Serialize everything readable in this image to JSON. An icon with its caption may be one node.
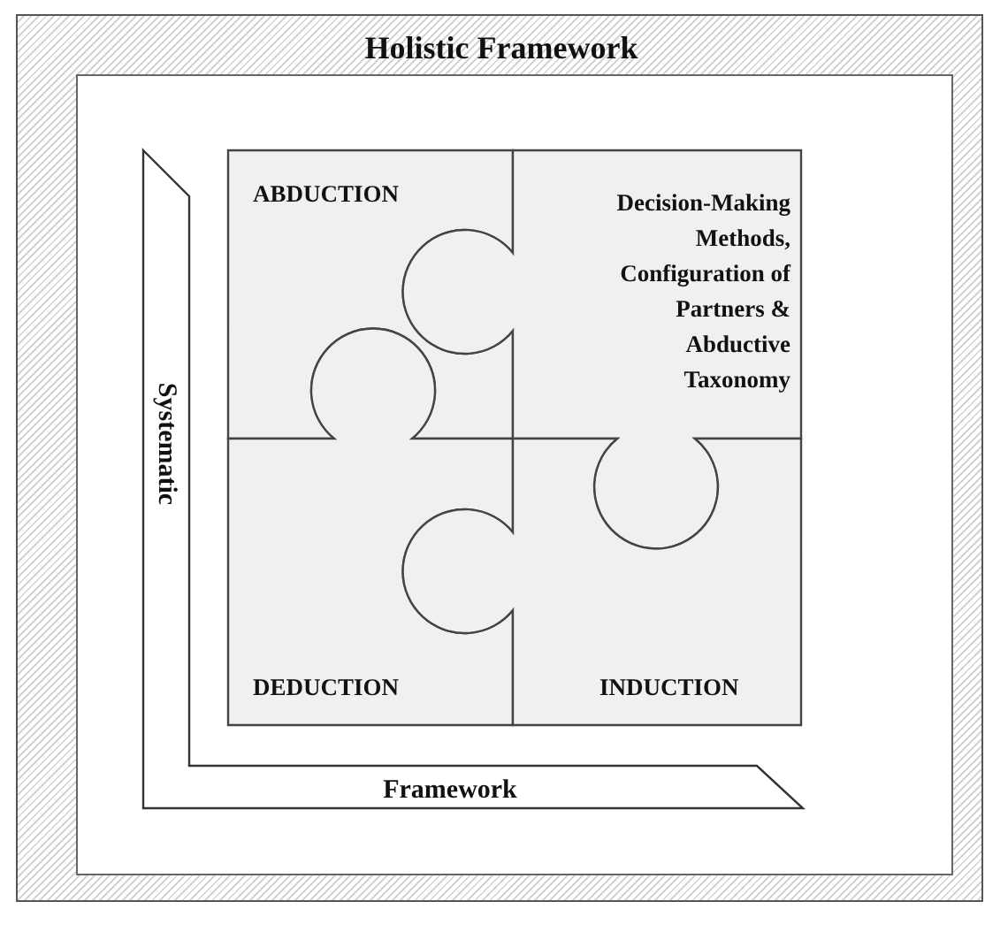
{
  "diagram": {
    "nodes": [
      {
        "text": [
          "Holistic Framework"
        ]
      },
      {
        "text": [
          "Systematic",
          "Framework"
        ],
        "in": 0
      },
      {
        "text": [
          "ABDUCTION"
        ],
        "in": 0
      },
      {
        "text": [
          "Decision-Making Methods, Configuration of Partners & Abductive Taxonomy"
        ],
        "in": 0
      },
      {
        "text": [
          "DEDUCTION"
        ],
        "in": 0
      },
      {
        "text": [
          "INDUCTION"
        ],
        "in": 0
      }
    ]
  }
}
